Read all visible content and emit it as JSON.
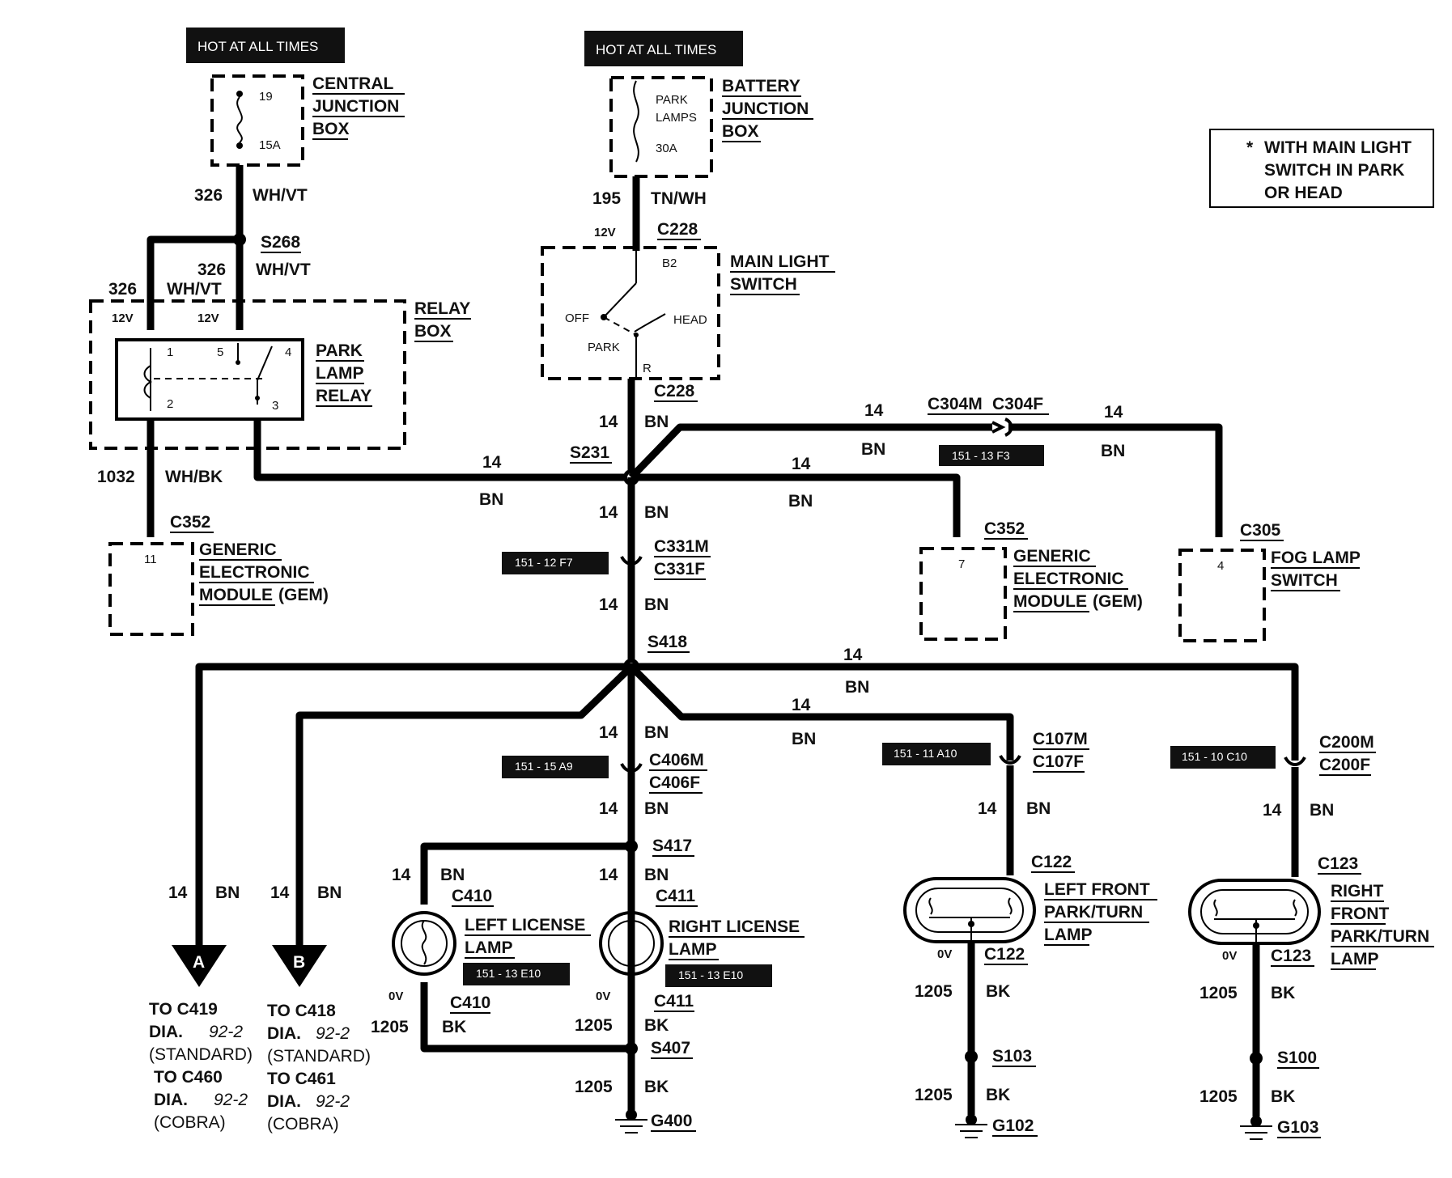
{
  "hot_label": "HOT AT ALL TIMES",
  "legend": {
    "star": "*",
    "lines": [
      "WITH MAIN LIGHT",
      "SWITCH IN PARK",
      "OR HEAD"
    ]
  },
  "central_junction_box": {
    "lines": [
      "CENTRAL",
      "JUNCTION",
      "BOX"
    ],
    "fuse_num": "19",
    "fuse_amp": "15A"
  },
  "battery_junction_box": {
    "lines": [
      "BATTERY",
      "JUNCTION",
      "BOX"
    ],
    "fuse_lines": [
      "PARK",
      "LAMPS"
    ],
    "fuse_amp": "30A"
  },
  "main_light_switch": {
    "lines": [
      "MAIN LIGHT",
      "SWITCH"
    ],
    "off": "OFF",
    "head": "HEAD",
    "park": "PARK",
    "b2": "B2",
    "r": "R"
  },
  "relay_box": {
    "lines": [
      "RELAY",
      "BOX"
    ],
    "v1": "12V",
    "v2": "12V"
  },
  "park_lamp_relay": {
    "lines": [
      "PARK",
      "LAMP",
      "RELAY"
    ],
    "pins": [
      "1",
      "2",
      "3",
      "4",
      "5"
    ]
  },
  "gem": {
    "lines": [
      "GENERIC",
      "ELECTRONIC",
      "MODULE"
    ],
    "suffix": "(GEM)",
    "pin_left": "11",
    "pin_right": "7"
  },
  "fog_lamp_switch": {
    "lines": [
      "FOG LAMP",
      "SWITCH"
    ],
    "pin": "4"
  },
  "connectors": {
    "S268": "S268",
    "C228": "C228",
    "S231": "S231",
    "C304M": "C304M",
    "C304F": "C304F",
    "C352": "C352",
    "C305": "C305",
    "C331M": "C331M",
    "C331F": "C331F",
    "S418": "S418",
    "C406M": "C406M",
    "C406F": "C406F",
    "S417": "S417",
    "C410": "C410",
    "C411": "C411",
    "C107M": "C107M",
    "C107F": "C107F",
    "C200M": "C200M",
    "C200F": "C200F",
    "C122": "C122",
    "C123": "C123",
    "S407": "S407",
    "G400": "G400",
    "S103": "S103",
    "G102": "G102",
    "S100": "S100",
    "G103": "G103"
  },
  "refs": {
    "r1": "151 - 13  F3",
    "r2": "151 - 12  F7",
    "r3": "151 - 15  A9",
    "r4": "151 - 11  A10",
    "r5": "151 - 10  C10",
    "r6": "151 - 13  E10",
    "r7": "151 - 13  E10"
  },
  "wires": {
    "w326": "326",
    "wh_vt": "WH/VT",
    "w195": "195",
    "tn_wh": "TN/WH",
    "w1032": "1032",
    "wh_bk": "WH/BK",
    "w14": "14",
    "bn": "BN",
    "w1205": "1205",
    "bk": "BK",
    "v12": "12V",
    "v0": "0V"
  },
  "lamps": {
    "left_license": [
      "LEFT LICENSE",
      "LAMP"
    ],
    "right_license": [
      "RIGHT LICENSE",
      "LAMP"
    ],
    "left_front": [
      "LEFT FRONT",
      "PARK/TURN",
      "LAMP"
    ],
    "right_front": [
      "RIGHT",
      "FRONT",
      "PARK/TURN",
      "LAMP"
    ]
  },
  "destinations": {
    "a": {
      "letter": "A",
      "to1": "TO C419",
      "dia1": "DIA.",
      "num1": "92-2",
      "std": "(STANDARD)",
      "to2": "TO C460",
      "dia2": "DIA.",
      "num2": "92-2",
      "cobra": "(COBRA)"
    },
    "b": {
      "letter": "B",
      "to1": "TO C418",
      "dia1": "DIA.",
      "num1": "92-2",
      "std": "(STANDARD)",
      "to2": "TO C461",
      "dia2": "DIA.",
      "num2": "92-2",
      "cobra": "(COBRA)"
    }
  }
}
